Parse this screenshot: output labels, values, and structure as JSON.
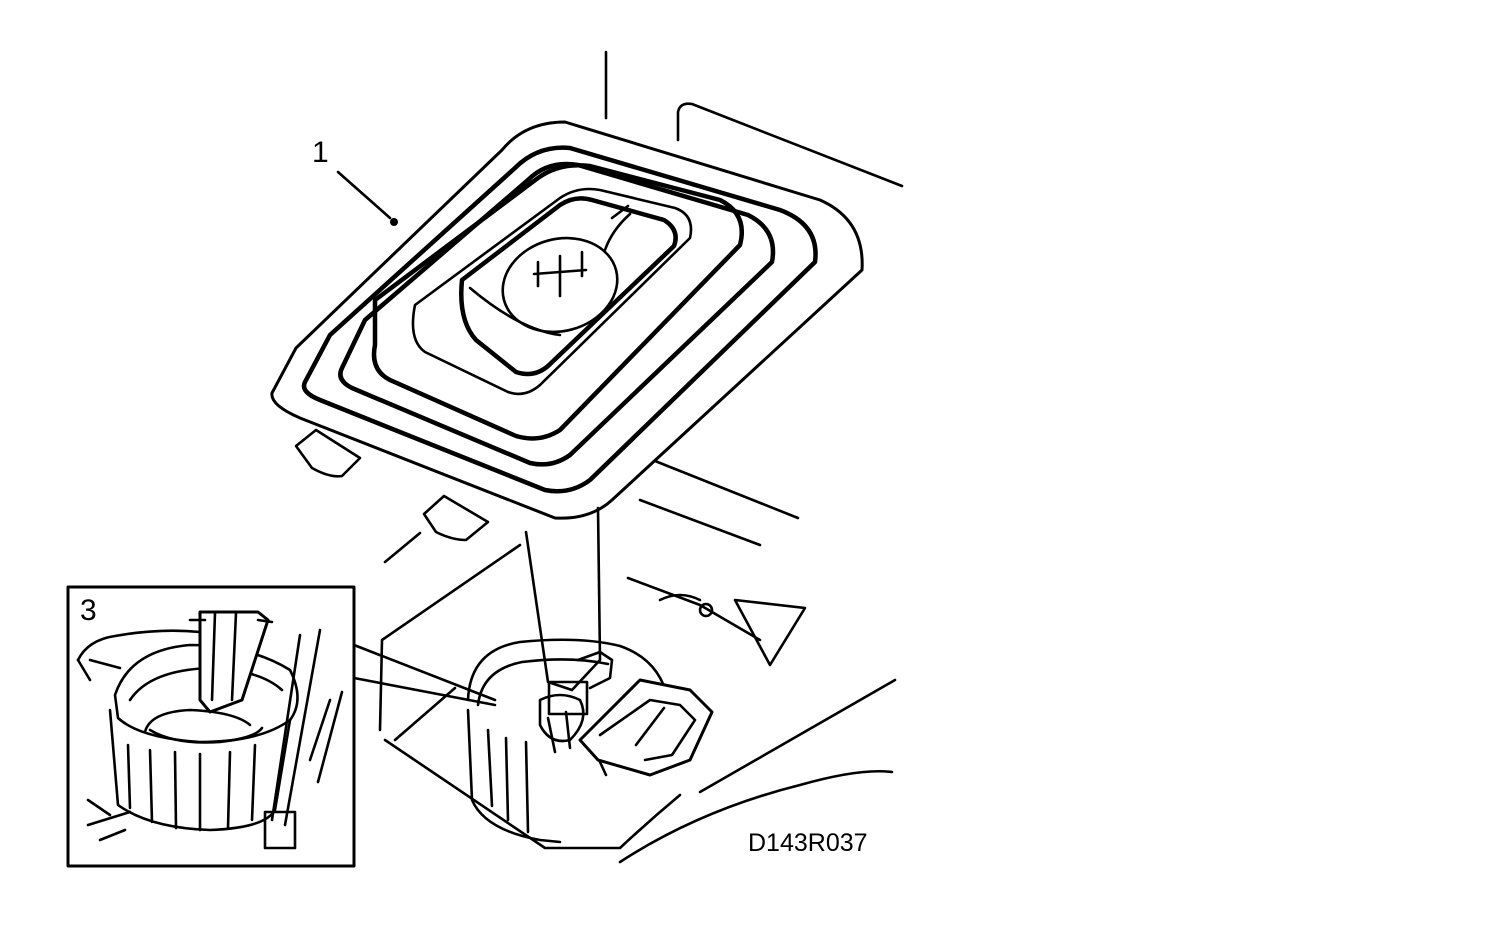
{
  "callouts": {
    "boot": "1",
    "detail": "3"
  },
  "figure_code": "D143R037",
  "colors": {
    "ink": "#000000",
    "paper": "#ffffff"
  }
}
